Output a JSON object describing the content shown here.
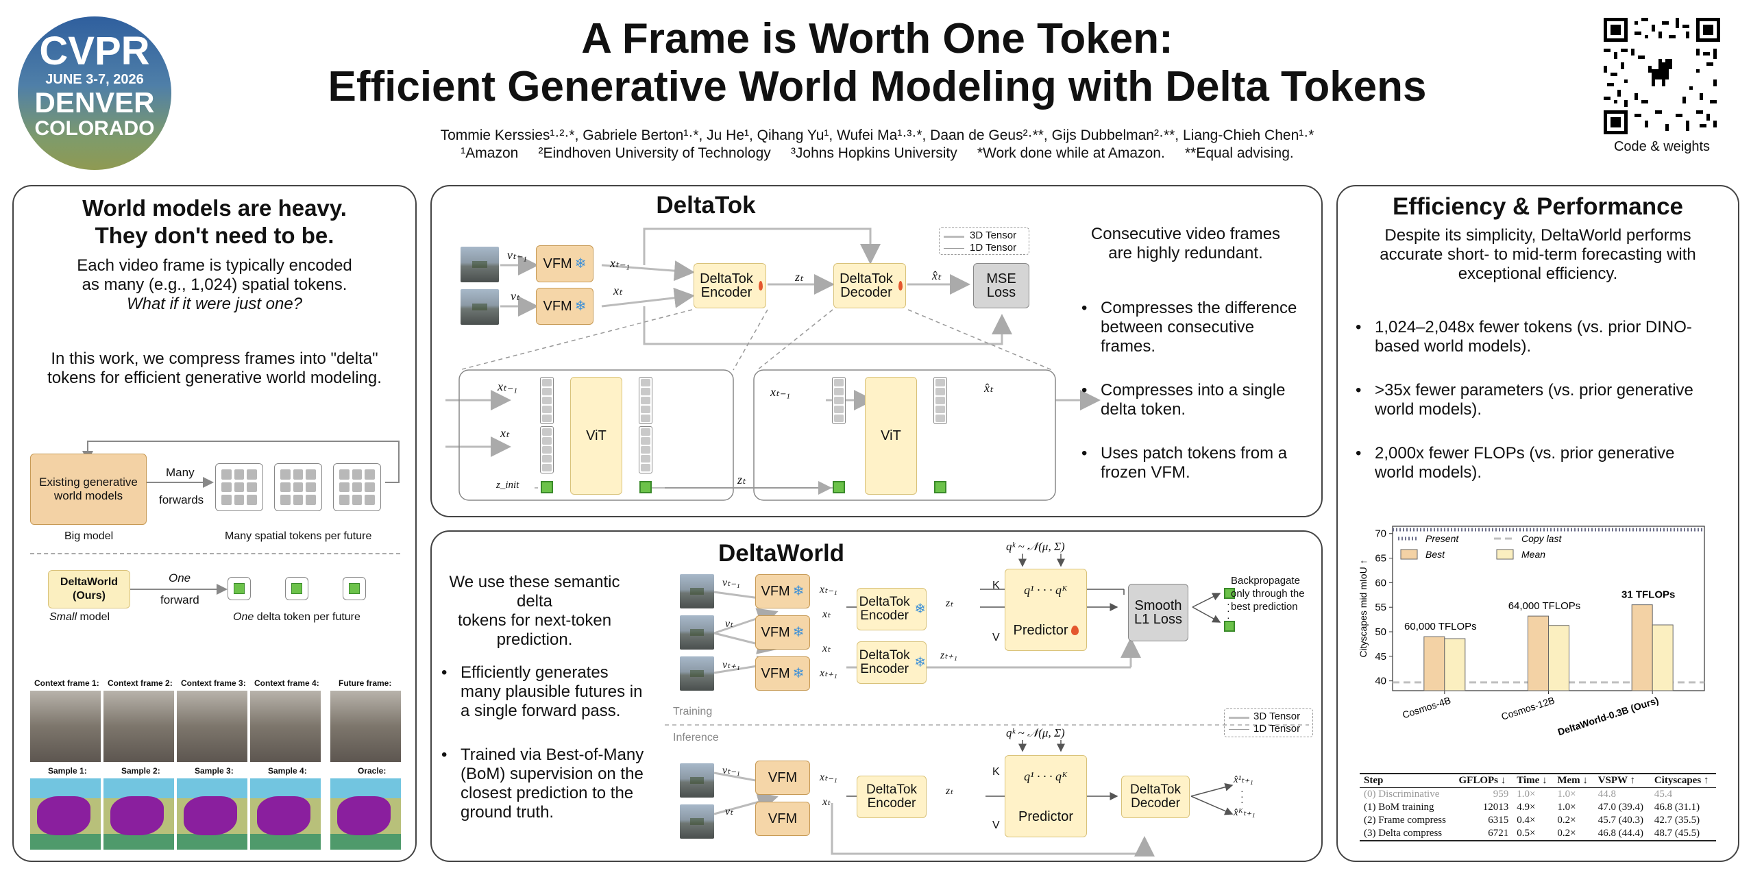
{
  "header": {
    "logo": {
      "line1": "CVPR",
      "line2": "JUNE 3-7, 2026",
      "line3": "DENVER",
      "line4": "COLORADO"
    },
    "title_line1": "A Frame is Worth One Token:",
    "title_line2": "Efficient Generative World Modeling with Delta Tokens",
    "authors": "Tommie Kerssies¹·²·*, Gabriele Berton¹·*, Ju He¹, Qihang Yu¹, Wufei Ma¹·³·*, Daan de Geus²·**, Gijs Dubbelman²·**, Liang-Chieh Chen¹·*",
    "affiliations": "¹Amazon     ²Eindhoven University of Technology     ³Johns Hopkins University     *Work done while at Amazon.     **Equal advising.",
    "qr_caption": "Code & weights"
  },
  "left": {
    "title_line1": "World models are heavy.",
    "title_line2": "They don't need to be.",
    "p1_line1": "Each video frame is typically encoded",
    "p1_line2": "as many (e.g., 1,024) spatial tokens.",
    "p1_line3": "What if it were just one?",
    "p2_line1": "In this work, we compress frames into \"delta\"",
    "p2_line2": "tokens for efficient generative world modeling.",
    "existing_box": "Existing generative world models",
    "many_label": "Many",
    "forwards_label": "forwards",
    "big_model": "Big model",
    "many_spatial": "Many spatial tokens per future",
    "deltaworld_box_l1": "DeltaWorld",
    "deltaworld_box_l2": "(Ours)",
    "one_label": "One",
    "forward_label": "forward",
    "small_model_em": "Small",
    "small_model_rest": " model",
    "one_delta_em": "One",
    "one_delta_rest": " delta token per future",
    "frame_labels": [
      "Context frame 1:",
      "Context frame 2:",
      "Context frame 3:",
      "Context frame 4:",
      "Future frame:"
    ],
    "sample_labels": [
      "Sample 1:",
      "Sample 2:",
      "Sample 3:",
      "Sample 4:",
      "Oracle:"
    ]
  },
  "deltatok": {
    "title": "DeltaTok",
    "vfm": "VFM",
    "encoder": "DeltaTok Encoder",
    "decoder": "DeltaTok Decoder",
    "mse": "MSE Loss",
    "legend_3d": "3D Tensor",
    "legend_1d": "1D Tensor",
    "vit": "ViT",
    "var_vt1": "vₜ₋₁",
    "var_vt": "vₜ",
    "var_xt1": "xₜ₋₁",
    "var_xt": "xₜ",
    "var_zt": "zₜ",
    "var_xhat": "x̂ₜ",
    "var_zinit": "z_init",
    "intro_line1": "Consecutive video frames",
    "intro_line2": "are highly redundant.",
    "bullets": [
      "Compresses the difference between consecutive frames.",
      "Compresses into a single delta token.",
      "Uses patch tokens from a frozen VFM."
    ]
  },
  "deltaworld": {
    "title": "DeltaWorld",
    "intro_line1": "We use these semantic delta",
    "intro_line2": "tokens for next-token",
    "intro_line3": "prediction.",
    "bullets": [
      "Efficiently generates many plausible futures in a single forward pass.",
      "Trained via Best-of-Many (BoM) supervision on the closest prediction to the ground truth."
    ],
    "vfm": "VFM",
    "encoder": "DeltaTok Encoder",
    "decoder": "DeltaTok Decoder",
    "predictor": "Predictor",
    "smooth_loss": "Smooth L1 Loss",
    "backprop": "Backpropagate only through the best prediction",
    "training": "Training",
    "inference": "Inference",
    "legend_3d": "3D Tensor",
    "legend_1d": "1D Tensor",
    "noise": "qᵏ ~ 𝒩(μ, Σ)",
    "queries": "q¹ · · · qᴷ",
    "k_label": "K",
    "v_label": "V",
    "var_vt1": "vₜ₋₁",
    "var_vt": "vₜ",
    "var_vtp1": "vₜ₊₁",
    "var_xt1": "xₜ₋₁",
    "var_xt": "xₜ",
    "var_xtp1": "xₜ₊₁",
    "var_zt": "zₜ",
    "var_ztp1": "zₜ₊₁",
    "out1": "x̂¹ₜ₊₁",
    "outk": "x̂ᴷₜ₊₁"
  },
  "efficiency": {
    "title": "Efficiency & Performance",
    "intro_line1": "Despite its simplicity, DeltaWorld performs",
    "intro_line2": "accurate short- to mid-term forecasting with",
    "intro_line3": "exceptional efficiency.",
    "bullets": [
      "1,024–2,048x fewer tokens (vs. prior DINO-based world models).",
      ">35x fewer parameters (vs. prior generative world models).",
      "2,000x fewer FLOPs (vs. prior generative world models)."
    ]
  },
  "chart_data": {
    "type": "bar",
    "ylabel": "Cityscapes mid mIoU ↑",
    "ylim": [
      38,
      71.5
    ],
    "yticks": [
      40,
      45,
      50,
      55,
      60,
      65,
      70
    ],
    "categories": [
      "Cosmos-4B",
      "Cosmos-12B",
      "DeltaWorld-0.3B (Ours)"
    ],
    "series": [
      {
        "name": "Best",
        "values": [
          49.0,
          53.2,
          55.5
        ],
        "color": "#f3d2a5"
      },
      {
        "name": "Mean",
        "values": [
          48.6,
          51.3,
          51.4
        ],
        "color": "#fbefc0"
      }
    ],
    "reference_lines": [
      {
        "name": "Present",
        "value": 70.8,
        "style": "dotted",
        "color": "#6c6f8a"
      },
      {
        "name": "Copy last",
        "value": 39.7,
        "style": "dashed",
        "color": "#bfbfbf"
      }
    ],
    "annotations": [
      "60,000 TFLOPs",
      "64,000 TFLOPs",
      "31 TFLOPs"
    ],
    "legend": "top-left"
  },
  "table": {
    "headers": [
      "Step",
      "GFLOPs ↓",
      "Time ↓",
      "Mem ↓",
      "VSPW ↑",
      "Cityscapes ↑"
    ],
    "rows": [
      [
        "(0) Discriminative",
        "959",
        "1.0×",
        "1.0×",
        "44.8",
        "45.4"
      ],
      [
        "(1) BoM training",
        "12013",
        "4.9×",
        "1.0×",
        "47.0 (39.4)",
        "46.8 (31.1)"
      ],
      [
        "(2) Frame compress",
        "6315",
        "0.4×",
        "0.2×",
        "45.7 (40.3)",
        "42.7 (35.5)"
      ],
      [
        "(3) Delta compress",
        "6721",
        "0.5×",
        "0.2×",
        "46.8 (44.4)",
        "48.7 (45.5)"
      ]
    ]
  }
}
